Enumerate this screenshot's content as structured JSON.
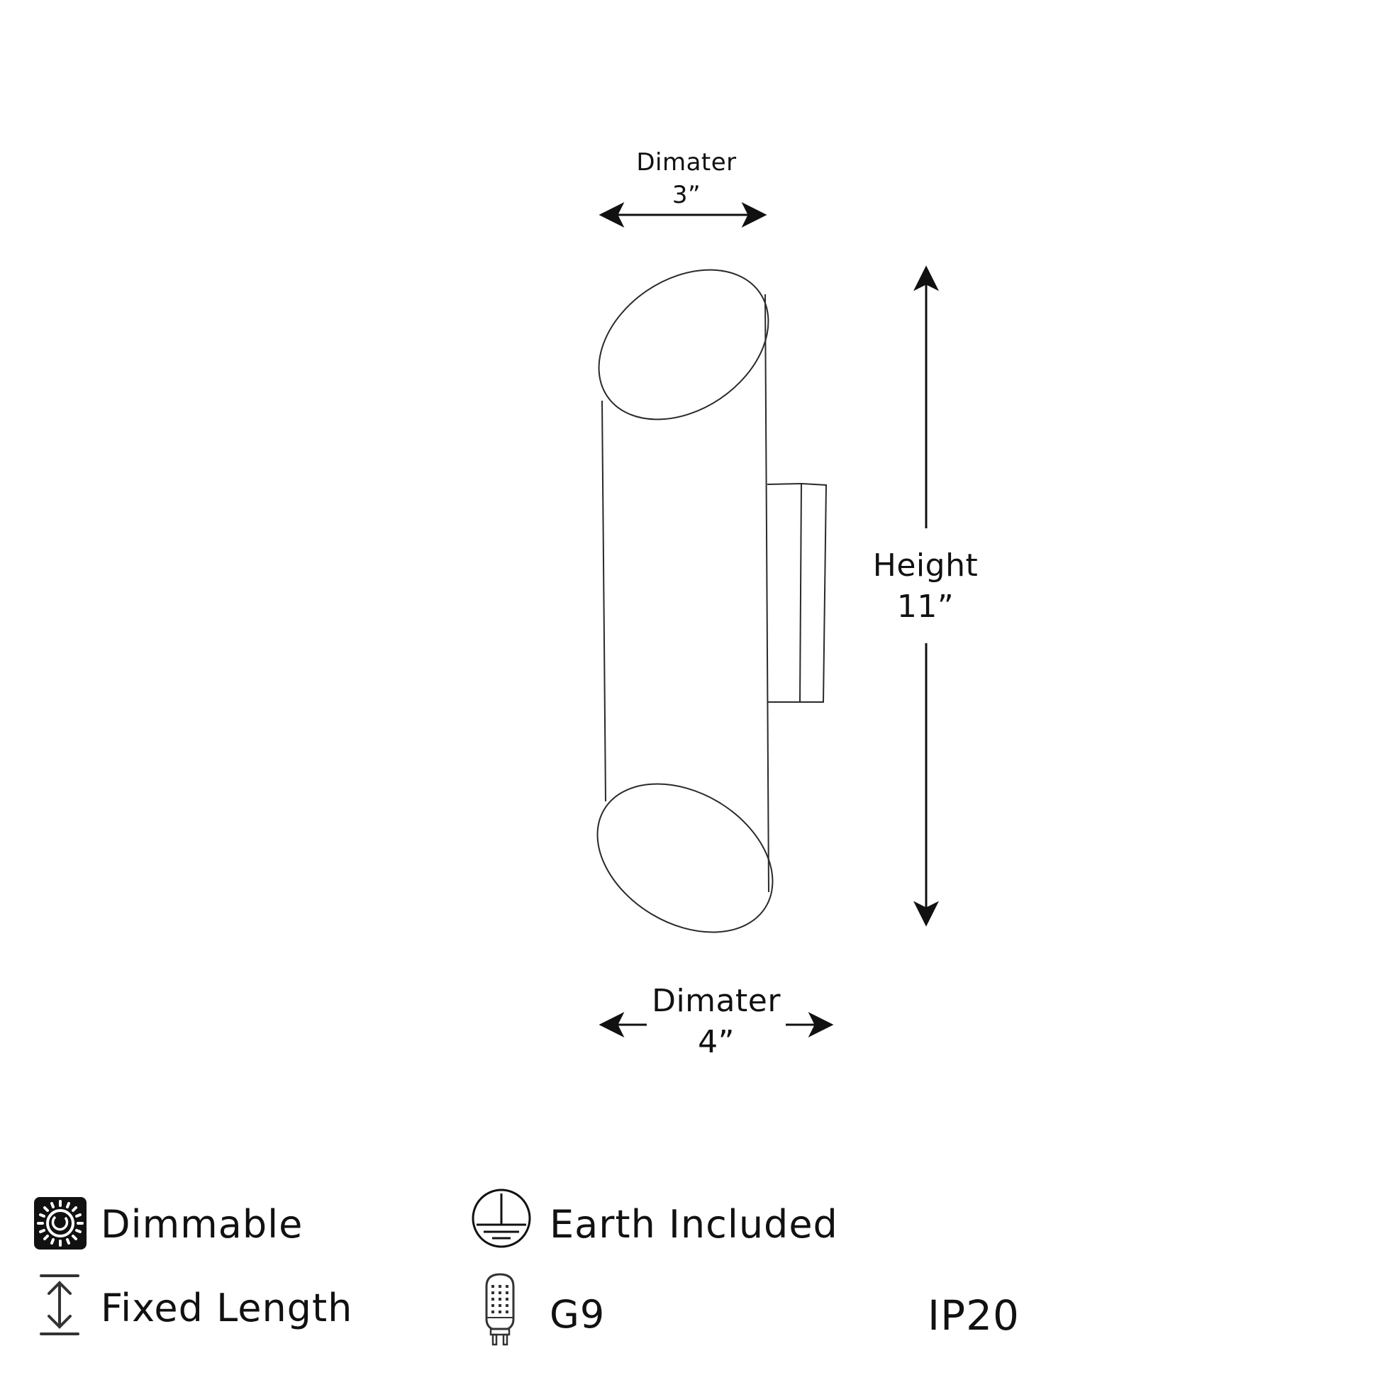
{
  "diagram": {
    "subject": "cylindrical wall sconce with angled cut ends",
    "stroke_color": "#222222",
    "background": "#ffffff"
  },
  "dimensions": {
    "top_diameter": {
      "label": "Dimater",
      "value": "3”"
    },
    "height": {
      "label": "Height",
      "value": "11”"
    },
    "bottom_diameter": {
      "label": "Dimater",
      "value": "4”"
    }
  },
  "features": {
    "dimmable": {
      "icon": "dimmable-sun-icon",
      "label": "Dimmable"
    },
    "fixed_length": {
      "icon": "fixed-length-arrow-icon",
      "label": "Fixed Length"
    },
    "earth": {
      "icon": "earth-ground-icon",
      "label": "Earth Included"
    },
    "bulb": {
      "icon": "g9-bulb-icon",
      "label": "G9"
    },
    "ip_rating": {
      "label": "IP20"
    }
  }
}
